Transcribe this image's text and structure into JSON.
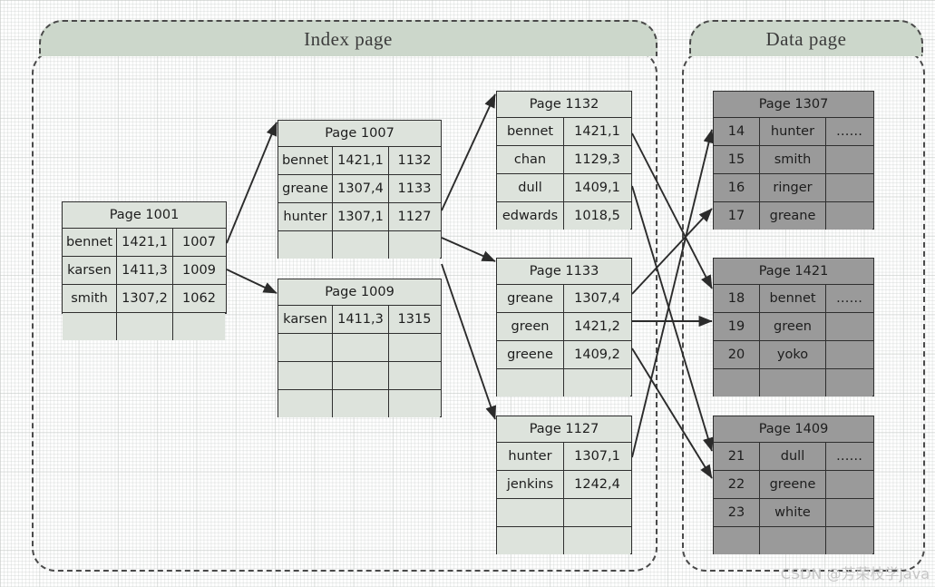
{
  "zones": {
    "index": {
      "label": "Index page"
    },
    "data": {
      "label": "Data page"
    }
  },
  "colors": {
    "index_cell": "#dde3dc",
    "data_cell": "#9a9a9a",
    "banner": "#ccd7cb",
    "border": "#2f2f2f"
  },
  "pages": {
    "root": {
      "title": "Page 1001",
      "columns": 3,
      "rows": [
        [
          "bennet",
          "1421,1",
          "1007"
        ],
        [
          "karsen",
          "1411,3",
          "1009"
        ],
        [
          "smith",
          "1307,2",
          "1062"
        ],
        [
          "",
          "",
          ""
        ]
      ]
    },
    "intermediate_1007": {
      "title": "Page 1007",
      "columns": 3,
      "rows": [
        [
          "bennet",
          "1421,1",
          "1132"
        ],
        [
          "greane",
          "1307,4",
          "1133"
        ],
        [
          "hunter",
          "1307,1",
          "1127"
        ],
        [
          "",
          "",
          ""
        ]
      ]
    },
    "intermediate_1009": {
      "title": "Page 1009",
      "columns": 3,
      "rows": [
        [
          "karsen",
          "1411,3",
          "1315"
        ],
        [
          "",
          "",
          ""
        ],
        [
          "",
          "",
          ""
        ],
        [
          "",
          "",
          ""
        ]
      ]
    },
    "leaf_1132": {
      "title": "Page 1132",
      "columns": 2,
      "rows": [
        [
          "bennet",
          "1421,1"
        ],
        [
          "chan",
          "1129,3"
        ],
        [
          "dull",
          "1409,1"
        ],
        [
          "edwards",
          "1018,5"
        ]
      ]
    },
    "leaf_1133": {
      "title": "Page 1133",
      "columns": 2,
      "rows": [
        [
          "greane",
          "1307,4"
        ],
        [
          "green",
          "1421,2"
        ],
        [
          "greene",
          "1409,2"
        ],
        [
          "",
          ""
        ]
      ]
    },
    "leaf_1127": {
      "title": "Page 1127",
      "columns": 2,
      "rows": [
        [
          "hunter",
          "1307,1"
        ],
        [
          "jenkins",
          "1242,4"
        ],
        [
          "",
          ""
        ],
        [
          "",
          ""
        ]
      ]
    },
    "data_1307": {
      "title": "Page 1307",
      "columns": 3,
      "rows": [
        [
          "14",
          "hunter",
          "……"
        ],
        [
          "15",
          "smith",
          ""
        ],
        [
          "16",
          "ringer",
          ""
        ],
        [
          "17",
          "greane",
          ""
        ]
      ]
    },
    "data_1421": {
      "title": "Page 1421",
      "columns": 3,
      "rows": [
        [
          "18",
          "bennet",
          "……"
        ],
        [
          "19",
          "green",
          ""
        ],
        [
          "20",
          "yoko",
          ""
        ],
        [
          "",
          "",
          ""
        ]
      ]
    },
    "data_1409": {
      "title": "Page 1409",
      "columns": 3,
      "rows": [
        [
          "21",
          "dull",
          "……"
        ],
        [
          "22",
          "greene",
          ""
        ],
        [
          "23",
          "white",
          ""
        ],
        [
          "",
          "",
          ""
        ]
      ]
    }
  },
  "watermark": "CSDN @芳荣枝学java"
}
